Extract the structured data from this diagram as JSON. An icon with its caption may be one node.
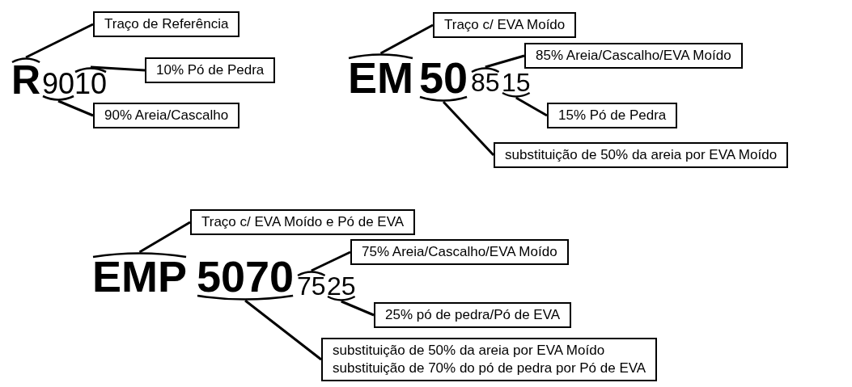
{
  "diagram": {
    "nodes": [
      {
        "text": [
          "Traço de Referência"
        ]
      },
      {
        "text": [
          "R"
        ]
      },
      {
        "text": [
          "90"
        ]
      },
      {
        "text": [
          "10"
        ]
      },
      {
        "text": [
          "10% Pó de Pedra"
        ]
      },
      {
        "text": [
          "90% Areia/Cascalho"
        ]
      },
      {
        "text": [
          "Traço c/ EVA Moído"
        ]
      },
      {
        "text": [
          "EM"
        ]
      },
      {
        "text": [
          "50"
        ]
      },
      {
        "text": [
          "85"
        ]
      },
      {
        "text": [
          "15"
        ]
      },
      {
        "text": [
          "85% Areia/Cascalho/EVA Moído"
        ]
      },
      {
        "text": [
          "15% Pó de Pedra"
        ]
      },
      {
        "text": [
          "substituição de 50% da areia por EVA Moído"
        ]
      },
      {
        "text": [
          "Traço c/ EVA Moído e Pó de EVA"
        ]
      },
      {
        "text": [
          "EMP"
        ]
      },
      {
        "text": [
          "5070"
        ]
      },
      {
        "text": [
          "75"
        ]
      },
      {
        "text": [
          "25"
        ]
      },
      {
        "text": [
          "75% Areia/Cascalho/EVA Moído"
        ]
      },
      {
        "text": [
          "25% pó de pedra/Pó de EVA"
        ]
      },
      {
        "text": [
          "substituição de 50% da areia por EVA Moído",
          "substituição de 70% do pó de pedra por Pó de EVA"
        ]
      }
    ],
    "edges": [
      {
        "from": 0,
        "to": 1,
        "arrow": "none"
      },
      {
        "from": 4,
        "to": 3,
        "arrow": "none"
      },
      {
        "from": 5,
        "to": 2,
        "arrow": "none"
      },
      {
        "from": 6,
        "to": 7,
        "arrow": "none"
      },
      {
        "from": 11,
        "to": 9,
        "arrow": "none"
      },
      {
        "from": 12,
        "to": 10,
        "arrow": "none"
      },
      {
        "from": 13,
        "to": 8,
        "arrow": "none"
      },
      {
        "from": 14,
        "to": 15,
        "arrow": "none"
      },
      {
        "from": 19,
        "to": 17,
        "arrow": "none"
      },
      {
        "from": 20,
        "to": 18,
        "arrow": "none"
      },
      {
        "from": 21,
        "to": 16,
        "arrow": "none"
      }
    ]
  }
}
